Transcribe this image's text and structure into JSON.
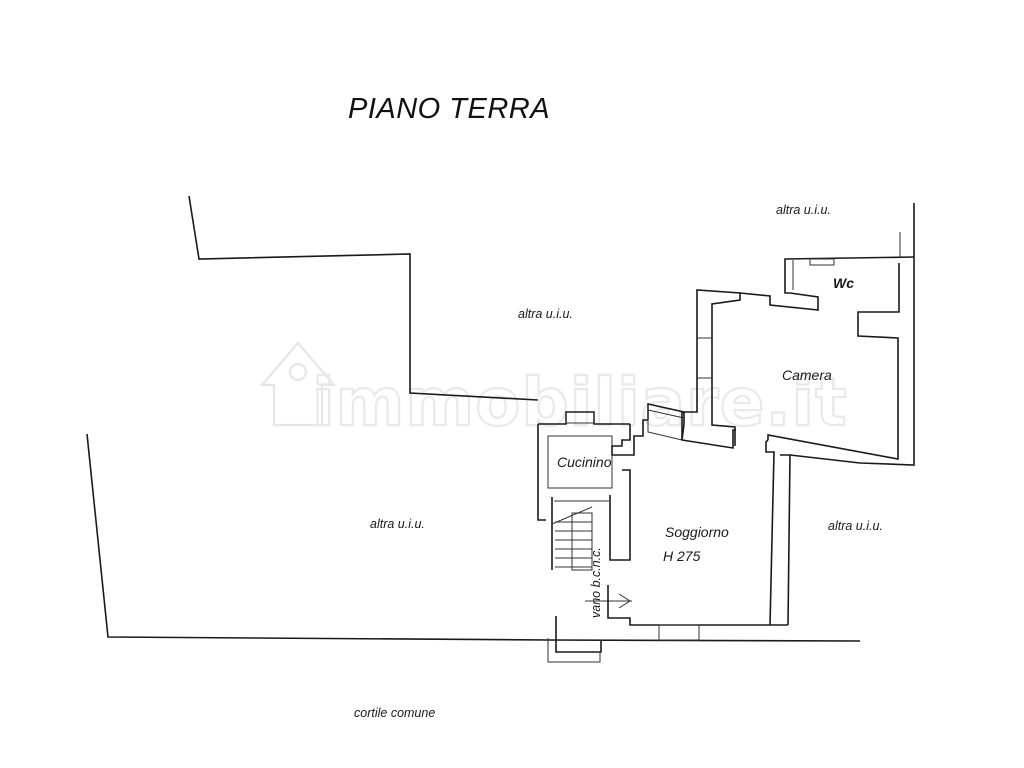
{
  "plan": {
    "title": "PIANO TERRA",
    "watermark": "immobiliare.it",
    "labels": {
      "altra_top_right": "altra u.i.u.",
      "altra_top_center": "altra u.i.u.",
      "altra_left": "altra u.i.u.",
      "altra_right": "altra u.i.u.",
      "wc": "Wc",
      "camera": "Camera",
      "cucinino": "Cucinino",
      "soggiorno": "Soggiorno",
      "soggiorno_height": "H 275",
      "vano": "vano b.c.n.c.",
      "cortile": "cortile comune"
    },
    "colors": {
      "line": "#1a1a1a",
      "background": "#ffffff",
      "watermark": "#e8e8e8"
    }
  }
}
